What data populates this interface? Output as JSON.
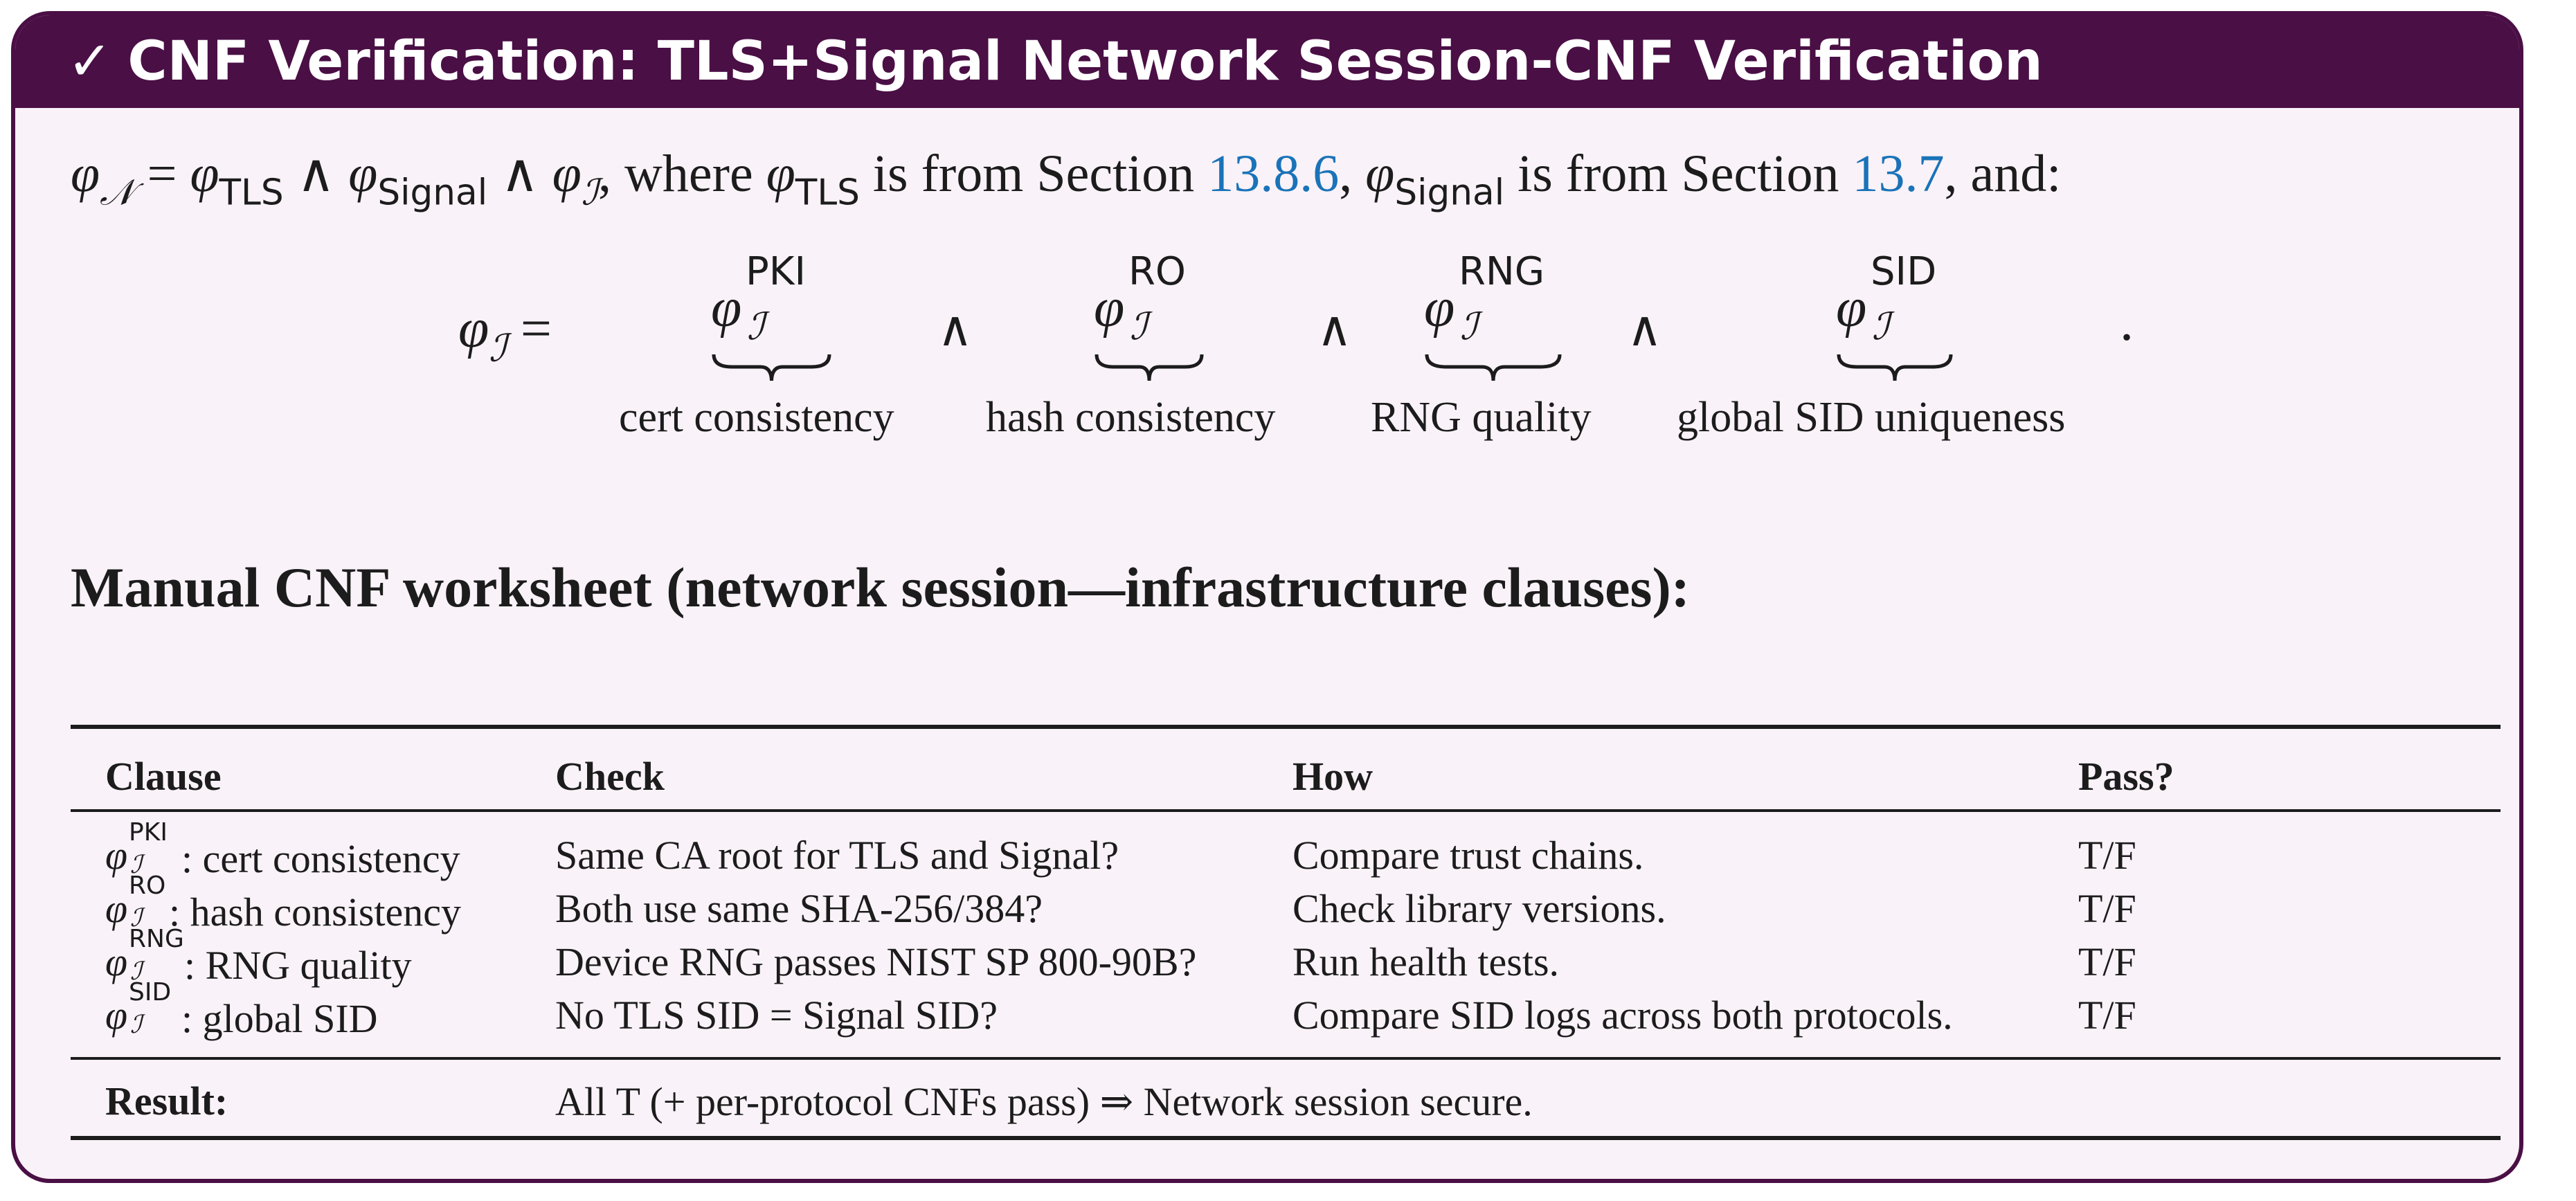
{
  "header": {
    "check_icon": "✓",
    "title": "CNF Verification: TLS+Signal Network Session-CNF Verification"
  },
  "intro": {
    "phi": "φ",
    "sub_N": "𝒩",
    "sub_TLS": "TLS",
    "sub_Signal": "Signal",
    "sub_I": "ℐ",
    "eq": "=",
    "and_op": "∧",
    "where": ", where ",
    "is_from_section": " is from Section ",
    "tls_ref": "13.8.6",
    "comma": ", ",
    "signal_ref": "13.7",
    "and_text": ", and:"
  },
  "equation": {
    "lhs": "φℐ =",
    "terms": [
      {
        "sup": "PKI",
        "label": "cert consistency"
      },
      {
        "sup": "RO",
        "label": "hash consistency"
      },
      {
        "sup": "RNG",
        "label": "RNG quality"
      },
      {
        "sup": "SID",
        "label": "global SID uniqueness"
      }
    ],
    "and_op": "∧",
    "period": "."
  },
  "worksheet": {
    "title": "Manual CNF worksheet (network session—infrastructure clauses):",
    "columns": [
      "Clause",
      "Check",
      "How",
      "Pass?"
    ],
    "rows": [
      {
        "sup": "PKI",
        "clause": ": cert consistency",
        "check": "Same CA root for TLS and Signal?",
        "how": "Compare trust chains.",
        "pass": "T/F"
      },
      {
        "sup": "RO",
        "clause": ": hash consistency",
        "check": "Both use same SHA-256/384?",
        "how": "Check library versions.",
        "pass": "T/F"
      },
      {
        "sup": "RNG",
        "clause": ": RNG quality",
        "check": "Device RNG passes NIST SP 800-90B?",
        "how": "Run health tests.",
        "pass": "T/F"
      },
      {
        "sup": "SID",
        "clause": ": global SID",
        "check": "No TLS SID = Signal SID?",
        "how": "Compare SID logs across both protocols.",
        "pass": "T/F"
      }
    ],
    "result_label": "Result:",
    "result_text": "All T (+ per-protocol CNFs pass) ⇒ Network session secure."
  }
}
